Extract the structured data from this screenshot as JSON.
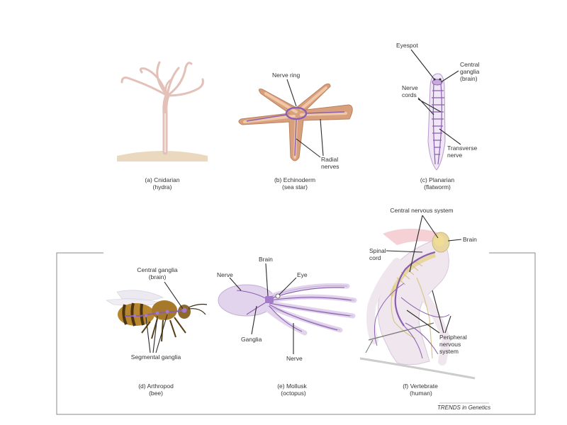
{
  "panels": {
    "a": {
      "caption_line1": "(a) Cnidarian",
      "caption_line2": "(hydra)"
    },
    "b": {
      "caption_line1": "(b) Echinoderm",
      "caption_line2": "(sea star)",
      "labels": {
        "nerve_ring": "Nerve ring",
        "radial_nerves_1": "Radial",
        "radial_nerves_2": "nerves"
      }
    },
    "c": {
      "caption_line1": "(c) Planarian",
      "caption_line2": "(flatworm)",
      "labels": {
        "eyespot": "Eyespot",
        "central_ganglia_1": "Central",
        "central_ganglia_2": "ganglia",
        "central_ganglia_3": "(brain)",
        "nerve_cords_1": "Nerve",
        "nerve_cords_2": "cords",
        "transverse_nerve_1": "Transverse",
        "transverse_nerve_2": "nerve"
      }
    },
    "d": {
      "caption_line1": "(d) Arthropod",
      "caption_line2": "(bee)",
      "labels": {
        "central_ganglia_1": "Central ganglia",
        "central_ganglia_2": "(brain)",
        "segmental_ganglia": "Segmental ganglia"
      }
    },
    "e": {
      "caption_line1": "(e) Mollusk",
      "caption_line2": "(octopus)",
      "labels": {
        "brain": "Brain",
        "nerve_top": "Nerve",
        "eye": "Eye",
        "ganglia": "Ganglia",
        "nerve_bottom": "Nerve"
      }
    },
    "f": {
      "caption_line1": "(f) Vertebrate",
      "caption_line2": "(human)",
      "labels": {
        "central_nervous_system": "Central nervous system",
        "brain": "Brain",
        "spinal_cord_1": "Spinal",
        "spinal_cord_2": "cord",
        "peripheral_1": "Peripheral",
        "peripheral_2": "nervous",
        "peripheral_3": "system"
      }
    }
  },
  "source_credit": "TRENDS in Genetics",
  "colors": {
    "nerve": "#8a5fb0",
    "frame": "#888888",
    "hydra": "#e8c8c0",
    "star": "#d9a07e",
    "bee": "#b8862e",
    "octopus": "#e2d4ec"
  }
}
